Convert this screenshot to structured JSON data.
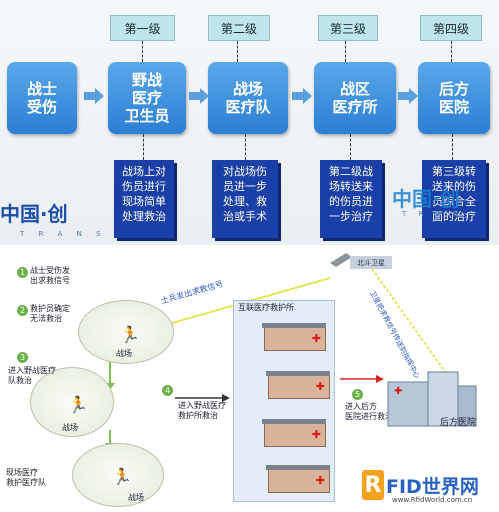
{
  "top": {
    "levels": [
      "第一级",
      "第二级",
      "第三级",
      "第四级"
    ],
    "stages": [
      "战士\n受伤",
      "野战\n医疗\n卫生员",
      "战场\n医疗队",
      "战区\n医疗所",
      "后方\n医院"
    ],
    "descriptions": [
      "战场上对\n伤员进行\n现场简单\n处理救治",
      "对战场伤\n员进一步\n处理、救\n治或手术",
      "第二级战\n场转送来\n的伤员进\n一步治疗",
      "第三级转\n送来的伤\n员综合全\n面的治疗"
    ],
    "watermark_left": "中国·创",
    "watermark_left_sub": "T R A N S",
    "watermark_right": "中国·创",
    "watermark_right_sub": "T R A N S"
  },
  "bottom": {
    "steps": [
      {
        "num": "1",
        "text": "战士受伤发\n出求救信号"
      },
      {
        "num": "2",
        "text": "救护员确定\n无法救治"
      },
      {
        "num": "3",
        "text": "进入野战医疗\n队救治"
      },
      {
        "num": "4",
        "text": "进入野战医疗\n救护所救治"
      },
      {
        "num": "5",
        "text": "进入后方\n医院进行救治"
      }
    ],
    "signal_label": "士兵发出求救信号",
    "sat_link_label": "卫星把求救信号传送到指挥中心",
    "satellite": "北斗卫星",
    "panel_title": "互联医疗救护所",
    "field_label": "战场",
    "field_team": "现场医疗\n救护医疗队",
    "hospital": "后方医院",
    "brand": "FID世界网",
    "brand_r": "R",
    "brand_url": "www.RfidWorld.com.cn"
  }
}
